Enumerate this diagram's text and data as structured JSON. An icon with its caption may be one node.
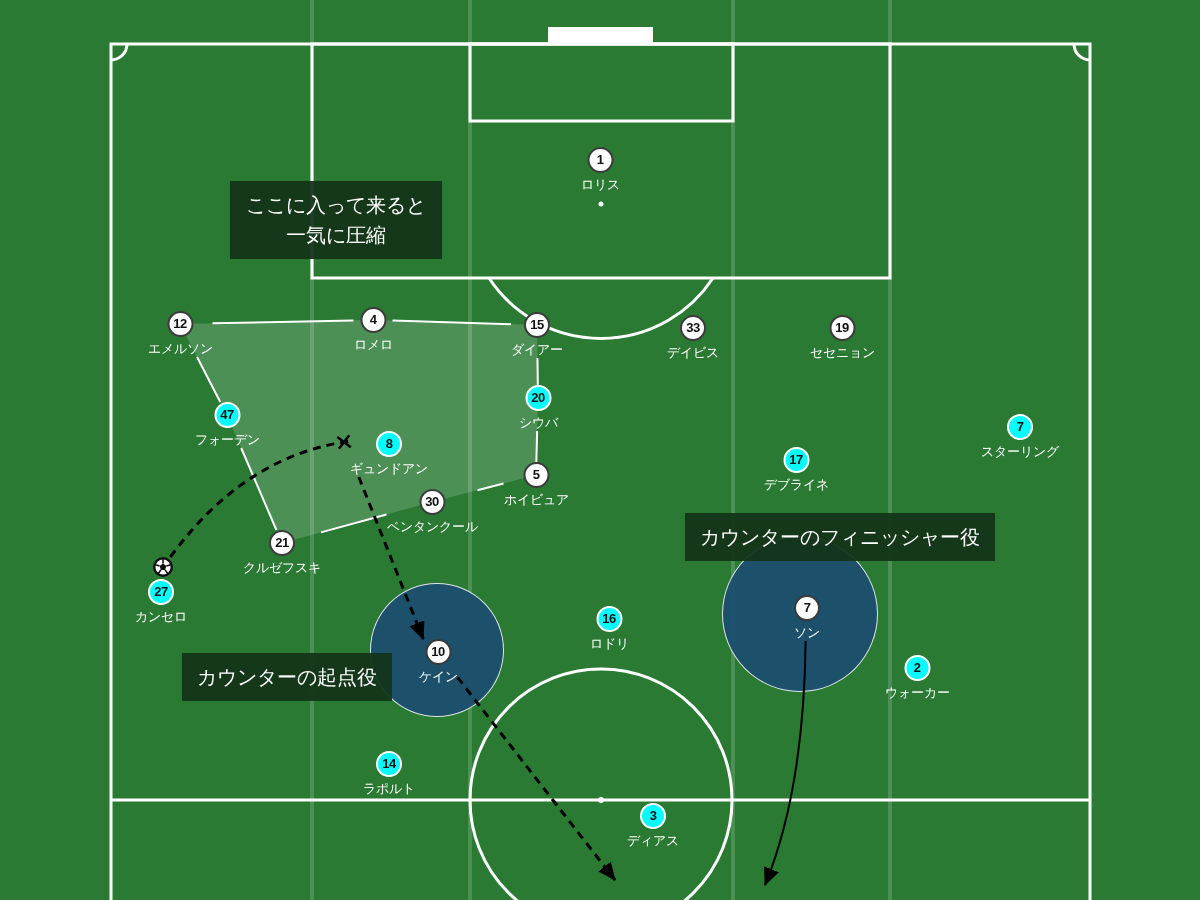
{
  "diagram": {
    "nodes": [
      {
        "text": [
          "ここに入って来ると一気に圧縮"
        ]
      },
      {
        "text": [
          "1",
          "ロリス"
        ]
      },
      {
        "text": [],
        "shape": "polygon"
      },
      {
        "text": [
          "12",
          "エメルソン"
        ]
      },
      {
        "text": [
          "4",
          "ロメロ"
        ]
      },
      {
        "text": [
          "15",
          "ダイアー"
        ]
      },
      {
        "text": [
          "33",
          "デイビス"
        ]
      },
      {
        "text": [
          "19",
          "セセニョン"
        ]
      },
      {
        "text": [
          "20",
          "シウバ"
        ]
      },
      {
        "text": [
          "47",
          "フォーデン"
        ]
      },
      {
        "text": [
          "7",
          "スターリング"
        ]
      },
      {
        "text": [
          "8",
          "ギュンドアン"
        ],
        "in": 2
      },
      {
        "text": [
          "17",
          "デブライネ"
        ]
      },
      {
        "text": [
          "5",
          "ホイビュア"
        ]
      },
      {
        "text": [
          "30",
          "ベンタンクール"
        ]
      },
      {
        "text": [
          "カウンターのフィニッシャー役"
        ]
      },
      {
        "text": [
          "21",
          "クルゼフスキ"
        ]
      },
      {
        "text": [],
        "shape": "ball"
      },
      {
        "text": [
          "27",
          "カンセロ"
        ]
      },
      {
        "text": [],
        "shape": "circle"
      },
      {
        "text": [
          "7",
          "ソン"
        ],
        "in": 19
      },
      {
        "text": [],
        "shape": "circle"
      },
      {
        "text": [
          "10",
          "ケイン"
        ],
        "in": 21
      },
      {
        "text": [
          "16",
          "ロドリ"
        ]
      },
      {
        "text": [
          "カウンターの起点役"
        ]
      },
      {
        "text": [
          "2",
          "ウォーカー"
        ]
      },
      {
        "text": [
          "14",
          "ラポルト"
        ]
      },
      {
        "text": [
          "3",
          "ディアス"
        ]
      }
    ],
    "edges": [
      {
        "from": 3,
        "to": 4,
        "arrow": "none"
      },
      {
        "from": 4,
        "to": 5,
        "arrow": "none"
      },
      {
        "from": 5,
        "to": 8,
        "arrow": "none"
      },
      {
        "from": 8,
        "to": 13,
        "arrow": "none"
      },
      {
        "from": 13,
        "to": 14,
        "arrow": "none"
      },
      {
        "from": 14,
        "to": 16,
        "arrow": "none"
      },
      {
        "from": 16,
        "to": 9,
        "arrow": "none"
      },
      {
        "from": 9,
        "to": 3,
        "arrow": "none"
      },
      {
        "from": 17,
        "to": 11,
        "arrow": "other",
        "style": "dashed",
        "color": "#000000"
      },
      {
        "from": 11,
        "to": 22,
        "arrow": "to",
        "style": "dashed",
        "color": "#000000"
      },
      {
        "from": 22,
        "to": null,
        "arrow": "to",
        "style": "dashed",
        "color": "#000000"
      },
      {
        "from": 20,
        "to": null,
        "arrow": "to",
        "color": "#000000"
      }
    ]
  }
}
